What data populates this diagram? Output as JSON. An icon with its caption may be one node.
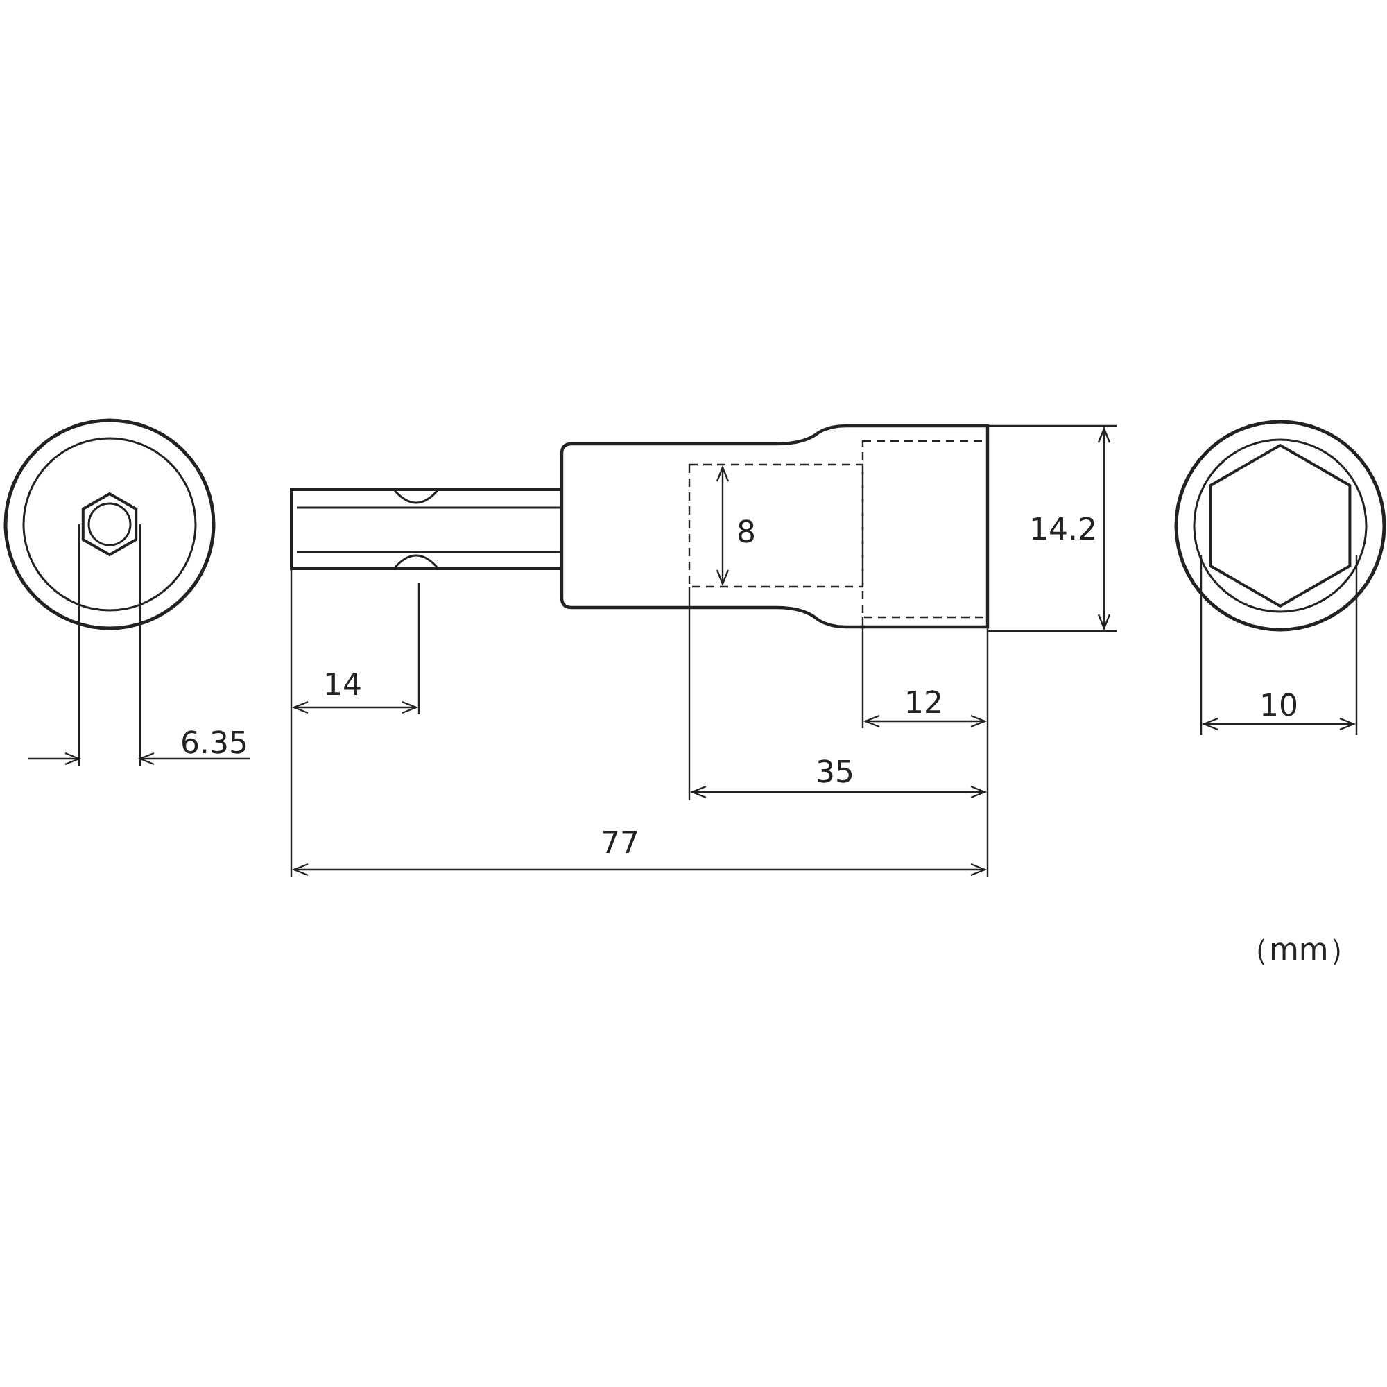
{
  "diagram": {
    "labels": [
      "8",
      "14.2",
      "14",
      "12",
      "10",
      "6.35",
      "35",
      "77",
      "（mm）"
    ]
  }
}
